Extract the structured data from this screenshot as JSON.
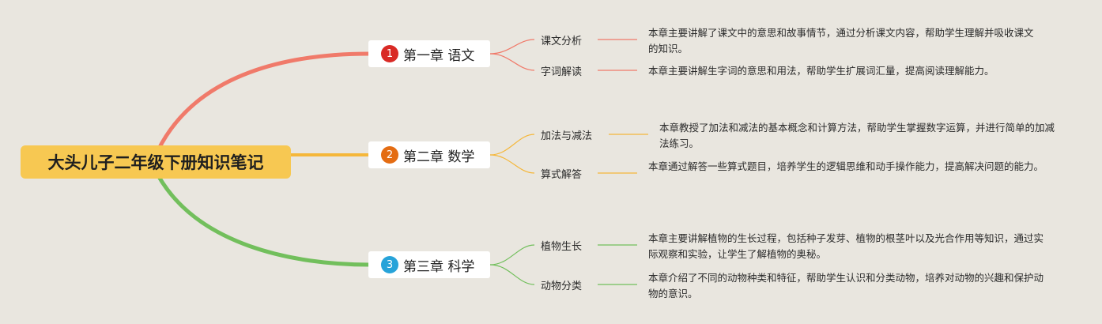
{
  "root": {
    "title": "大头儿子二年级下册知识笔记"
  },
  "chapters": [
    {
      "num": "1",
      "title": "第一章 语文",
      "color": "#f07a6a",
      "badge_color": "#d92a25",
      "topics": [
        {
          "label": "课文分析",
          "desc": "本章主要讲解了课文中的意思和故事情节，通过分析课文内容，帮助学生理解并吸收课文的知识。"
        },
        {
          "label": "字词解读",
          "desc": "本章主要讲解生字词的意思和用法，帮助学生扩展词汇量，提高阅读理解能力。"
        }
      ]
    },
    {
      "num": "2",
      "title": "第二章 数学",
      "color": "#f5b73a",
      "badge_color": "#e46c12",
      "topics": [
        {
          "label": "加法与减法",
          "desc": "本章教授了加法和减法的基本概念和计算方法，帮助学生掌握数字运算，并进行简单的加减法练习。"
        },
        {
          "label": "算式解答",
          "desc": "本章通过解答一些算式题目，培养学生的逻辑思维和动手操作能力，提高解决问题的能力。"
        }
      ]
    },
    {
      "num": "3",
      "title": "第三章 科学",
      "color": "#72bf5c",
      "badge_color": "#27a3d9",
      "topics": [
        {
          "label": "植物生长",
          "desc": "本章主要讲解植物的生长过程，包括种子发芽、植物的根茎叶以及光合作用等知识，通过实际观察和实验，让学生了解植物的奥秘。"
        },
        {
          "label": "动物分类",
          "desc": "本章介绍了不同的动物种类和特征，帮助学生认识和分类动物，培养对动物的兴趣和保护动物的意识。"
        }
      ]
    }
  ]
}
